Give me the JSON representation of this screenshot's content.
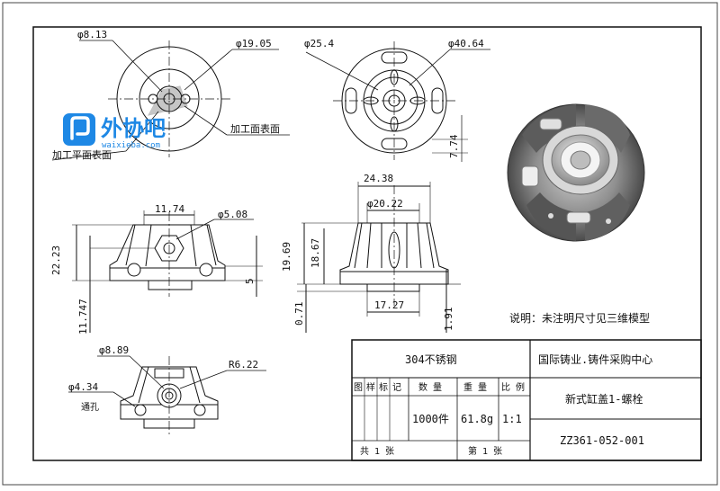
{
  "dimensions": {
    "d_8_13": "φ8.13",
    "d_19_05": "φ19.05",
    "d_25_4": "φ25.4",
    "d_40_64": "φ40.64",
    "d_7_74": "7.74",
    "d_24_38": "24.38",
    "d_20_22": "φ20.22",
    "d_11_74": "11.74",
    "d_5_08": "φ5.08",
    "d_22_23": "22.23",
    "d_11_747": "11.747",
    "d_5": "5",
    "d_19_69": "19.69",
    "d_18_67": "18.67",
    "d_0_71": "0.71",
    "d_17_27": "17.27",
    "d_1_91": "1.91",
    "d_8_89": "φ8.89",
    "d_4_34": "φ4.34",
    "d_r6_22": "R6.22"
  },
  "annotations": {
    "machined_surface": "加工面表面",
    "machined_flat_surface": "加工平面表面",
    "through_hole": "通孔",
    "note": "说明：未注明尺寸见三维模型"
  },
  "watermark": {
    "brand": "外协吧",
    "url": "waixieba.com"
  },
  "title_block": {
    "material": "304不锈钢",
    "company": "国际铸业.铸件采购中心",
    "part_name": "新式缸盖1-螺栓",
    "drawing_no": "ZZ361-052-001",
    "header_chars": [
      "图",
      "样",
      "标",
      "记"
    ],
    "qty_label": "数 量",
    "weight_label": "重 量",
    "scale_label": "比 例",
    "qty_value": "1000件",
    "weight_value": "61.8g",
    "scale_value": "1:1",
    "total_sheets": "共 1 张",
    "sheet_no": "第 1 张"
  },
  "colors": {
    "line": "#111111",
    "watermark_blue": "#1e88e5"
  }
}
